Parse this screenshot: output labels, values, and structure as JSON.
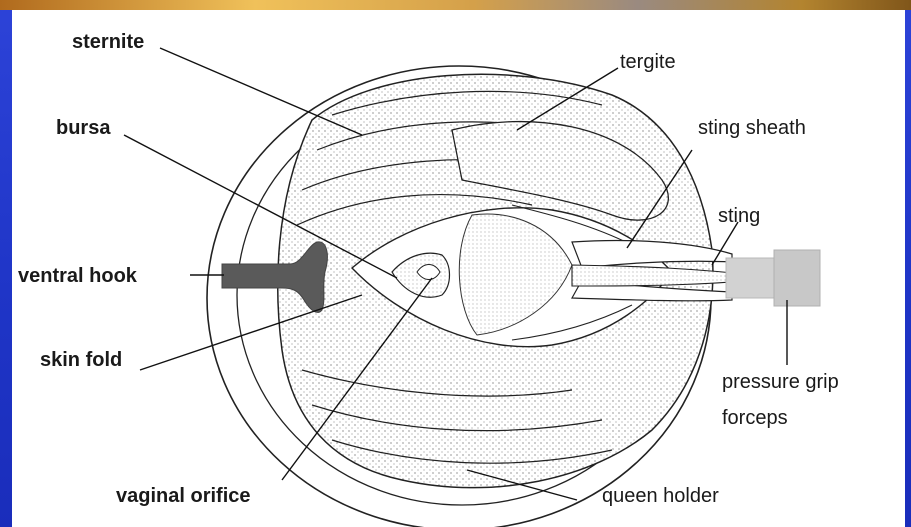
{
  "colors": {
    "background_blue": "#1f35c7",
    "banner_gold": "#f0c15a",
    "panel_white": "#ffffff",
    "line_black": "#1a1a1a",
    "hook_gray": "#5a5a5a",
    "forceps_gray": "#c8c8c8"
  },
  "labels": {
    "sternite": "sternite",
    "bursa": "bursa",
    "ventral_hook": "ventral hook",
    "skin_fold": "skin fold",
    "tergite": "tergite",
    "sting_sheath": "sting sheath",
    "sting": "sting",
    "pressure_grip_line1": "pressure grip",
    "pressure_grip_line2": "forceps",
    "vaginal_orifice": "vaginal orifice",
    "queen_holder": "queen holder"
  }
}
